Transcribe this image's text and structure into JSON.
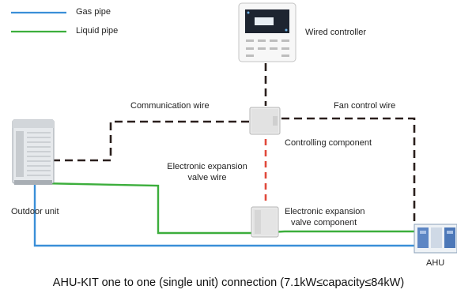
{
  "legend": [
    {
      "label": "Gas pipe",
      "color": "#3a8fd8"
    },
    {
      "label": "Liquid pipe",
      "color": "#3cae3c"
    }
  ],
  "labels": {
    "wired_controller": "Wired controller",
    "communication_wire": "Communication wire",
    "fan_control_wire": "Fan control wire",
    "controlling_component": "Controlling component",
    "eev_wire_line1": "Electronic expansion",
    "eev_wire_line2": "valve wire",
    "eev_component_line1": "Electronic expansion",
    "eev_component_line2": "valve component",
    "outdoor_unit": "Outdoor unit",
    "ahu": "AHU"
  },
  "caption": "AHU-KIT one to one (single unit) connection (7.1kW≤capacity≤84kW)",
  "colors": {
    "gas_pipe": "#3a8fd8",
    "liquid_pipe": "#3cae3c",
    "control_wire": "#2a1f1c",
    "eev_wire": "#e0483a"
  },
  "icons": [
    "outdoor-unit-icon",
    "wired-controller-icon",
    "controlling-component-icon",
    "eev-component-icon",
    "ahu-icon"
  ]
}
